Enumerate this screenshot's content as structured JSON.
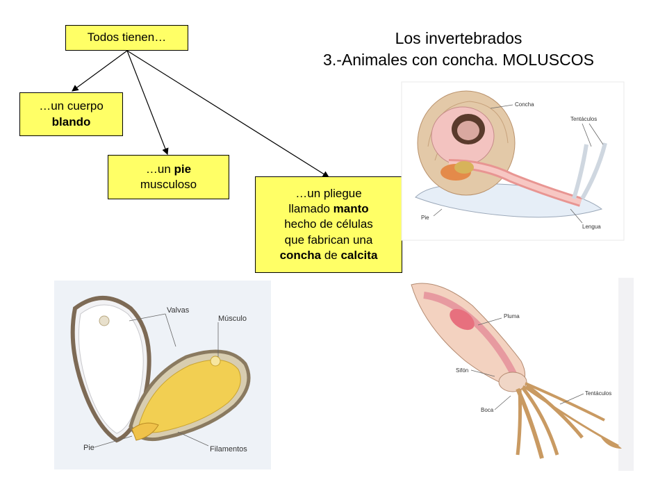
{
  "title": {
    "line1": "Los invertebrados",
    "line2": "3.-Animales con concha. MOLUSCOS"
  },
  "root_box": {
    "text": "Todos tienen…"
  },
  "box_body": {
    "pre": "…un cuerpo",
    "bold": "blando"
  },
  "box_foot": {
    "pre": "…un ",
    "bold": "pie",
    "post": "musculoso"
  },
  "box_mantle": {
    "line1": "…un pliegue",
    "line2_pre": "llamado ",
    "line2_bold": "manto",
    "line3": "hecho de células",
    "line4": "que fabrican una",
    "line5_bold1": "concha",
    "line5_mid": " de ",
    "line5_bold2": "calcita"
  },
  "snail_labels": {
    "shell": "Concha",
    "tentacles": "Tentáculos",
    "foot": "Pie",
    "tongue": "Lengua"
  },
  "mussel_labels": {
    "valves": "Valvas",
    "muscle": "Músculo",
    "foot": "Pie",
    "filaments": "Filamentos"
  },
  "squid_labels": {
    "pen": "Pluma",
    "siphon": "Sifón",
    "mouth": "Boca",
    "tentacles": "Tentáculos"
  },
  "colors": {
    "box_fill": "#ffff66",
    "arrow": "#000000"
  }
}
